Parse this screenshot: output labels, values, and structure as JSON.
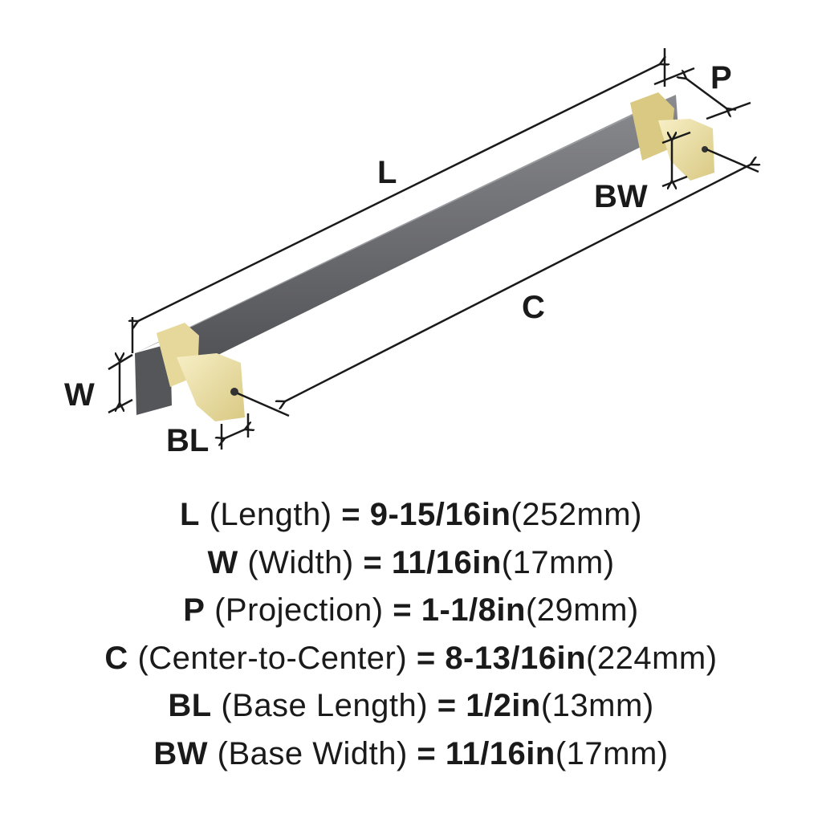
{
  "diagram": {
    "labels": {
      "L": "L",
      "C": "C",
      "P": "P",
      "W": "W",
      "BW": "BW",
      "BL": "BL"
    },
    "colors": {
      "bar": "#5f6064",
      "bar_light": "#8a8b8f",
      "base": "#efe3a8",
      "base_shadow": "#c9b870",
      "line": "#1a1a1a"
    }
  },
  "specs": [
    {
      "key": "L",
      "name": "(Length)",
      "eq": "=",
      "imperial": "9-15/16in",
      "metric": "(252mm)"
    },
    {
      "key": "W",
      "name": "(Width)",
      "eq": "=",
      "imperial": "11/16in",
      "metric": "(17mm)"
    },
    {
      "key": "P",
      "name": "(Projection)",
      "eq": "=",
      "imperial": "1-1/8in",
      "metric": "(29mm)"
    },
    {
      "key": "C",
      "name": "(Center-to-Center)",
      "eq": "=",
      "imperial": "8-13/16in",
      "metric": "(224mm)"
    },
    {
      "key": "BL",
      "name": "(Base Length)",
      "eq": "=",
      "imperial": "1/2in",
      "metric": "(13mm)"
    },
    {
      "key": "BW",
      "name": "(Base Width)",
      "eq": "=",
      "imperial": "11/16in",
      "metric": "(17mm)"
    }
  ]
}
